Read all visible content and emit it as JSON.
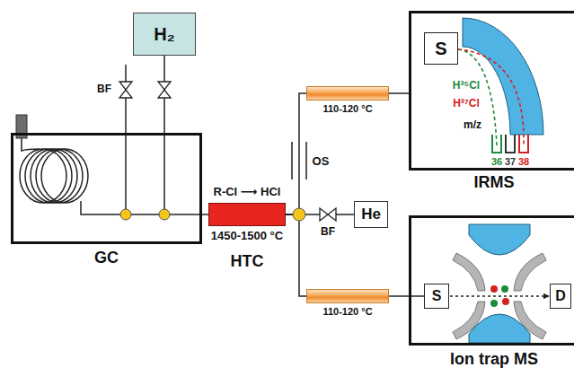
{
  "diagram": {
    "nodes": [
      {
        "text": [
          "GC"
        ]
      },
      {
        "text": [
          "H₂"
        ]
      },
      {
        "text": [
          "R-Cl ⟶ HCl",
          "1450-1500 °C",
          "HTC"
        ]
      },
      {
        "text": [
          "He"
        ]
      },
      {
        "text": [
          "110-120 °C"
        ]
      },
      {
        "text": [
          "110-120 °C"
        ]
      },
      {
        "text": [
          "IRMS"
        ]
      },
      {
        "text": [
          "S"
        ],
        "in": 6
      },
      {
        "text": [
          "Ion trap MS"
        ]
      },
      {
        "text": [
          "S"
        ],
        "in": 8
      },
      {
        "text": [
          "D"
        ],
        "in": 8
      }
    ],
    "edges": [
      {
        "from": 1,
        "to": 0,
        "arrow": "none"
      },
      {
        "from": 0,
        "to": 2,
        "arrow": "none"
      },
      {
        "from": 2,
        "to": 4,
        "arrow": "none"
      },
      {
        "from": 2,
        "to": 5,
        "arrow": "none"
      },
      {
        "from": 3,
        "to": 2,
        "arrow": "none"
      },
      {
        "from": 4,
        "to": 6,
        "arrow": "none"
      },
      {
        "from": 5,
        "to": 8,
        "arrow": "none"
      },
      {
        "from": 9,
        "to": 10,
        "arrow": "to"
      }
    ],
    "labels": [
      "BF",
      "BF",
      "OS",
      "H³⁵Cl",
      "H³⁷Cl",
      "m/z",
      "36",
      "37",
      "38"
    ]
  }
}
